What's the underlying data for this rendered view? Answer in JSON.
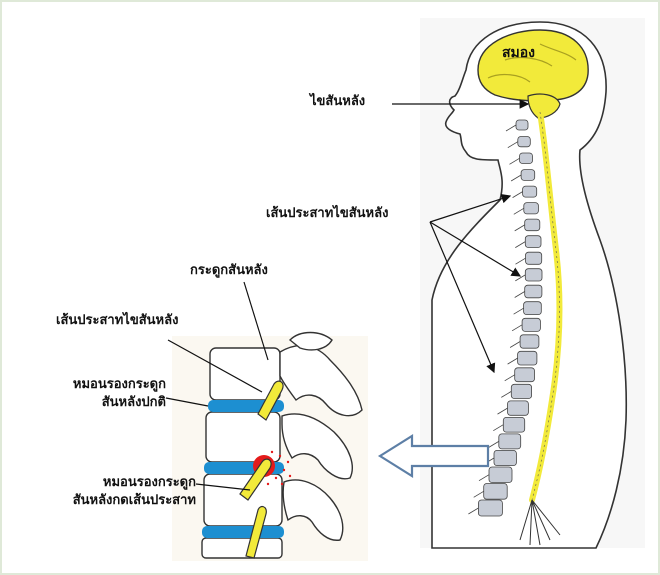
{
  "labels": {
    "brain": "สมอง",
    "spinal_cord": "ไขสันหลัง",
    "spinal_nerves_body": "เส้นประสาทไขสันหลัง",
    "vertebra": "กระดูกสันหลัง",
    "spinal_nerve_detail": "เส้นประสาทไขสันหลัง",
    "normal_disc_line1": "หมอนรองกระดูก",
    "normal_disc_line2": "สันหลังปกติ",
    "herniated_disc_line1": "หมอนรองกระดูก",
    "herniated_disc_line2": "สันหลังกดเส้นประสาท"
  },
  "colors": {
    "nerve": "#f2ea3a",
    "disc": "#1d8fd1",
    "herniation": "#e41b1b",
    "bone": "#c7ccd6",
    "arrow": "#5d7fa6"
  }
}
